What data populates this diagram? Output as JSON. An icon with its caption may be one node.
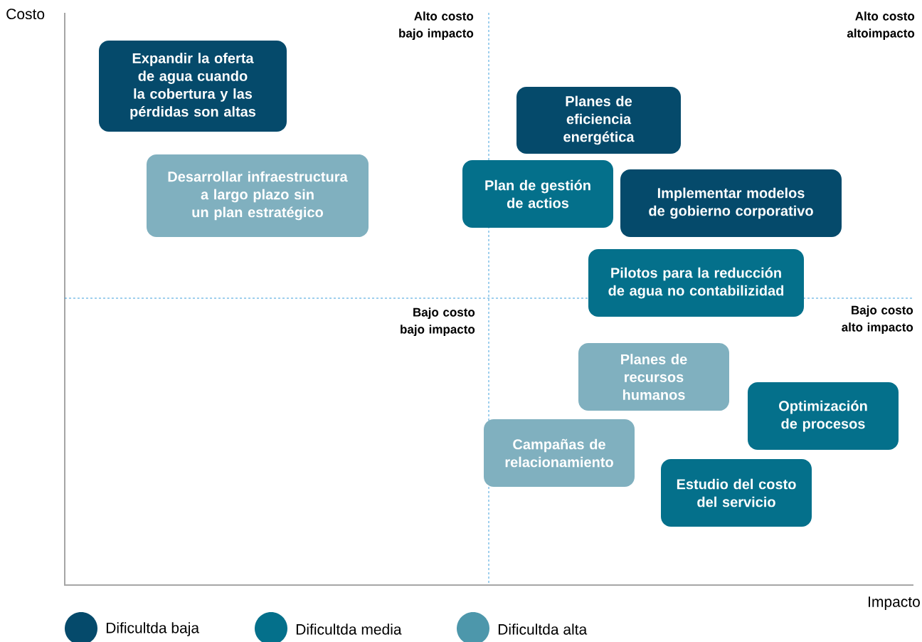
{
  "diagram": {
    "nodes": [
      {
        "text": [
          "Expandir la oferta de agua cuando la cobertura y las pérdidas son altas"
        ]
      },
      {
        "text": [
          "Planes de eficiencia energética"
        ]
      },
      {
        "text": [
          "Desarrollar infraestructura a largo plazo sin un plan estratégico"
        ]
      },
      {
        "text": [
          "Plan de gestión de actios"
        ]
      },
      {
        "text": [
          "Implementar modelos de gobierno corporativo"
        ]
      },
      {
        "text": [
          "Pilotos para la reducción de agua no contabilizidad"
        ]
      },
      {
        "text": [
          "Planes de recursos humanos"
        ]
      },
      {
        "text": [
          "Optimización de procesos"
        ]
      },
      {
        "text": [
          "Campañas de relacionamiento"
        ]
      },
      {
        "text": [
          "Estudio del costo del servicio"
        ]
      }
    ],
    "labels": [
      "Costo",
      "Alto costo bajo impacto",
      "Alto costo altoimpacto",
      "Bajo costo bajo impacto",
      "Bajo costo alto impacto",
      "Impacto"
    ],
    "legend": [
      {
        "text": "Dificultda baja",
        "color": "#054a6b"
      },
      {
        "text": "Dificultda media",
        "color": "#04708b"
      },
      {
        "text": "Dificultda alta",
        "color": "#4d97ab"
      }
    ]
  }
}
